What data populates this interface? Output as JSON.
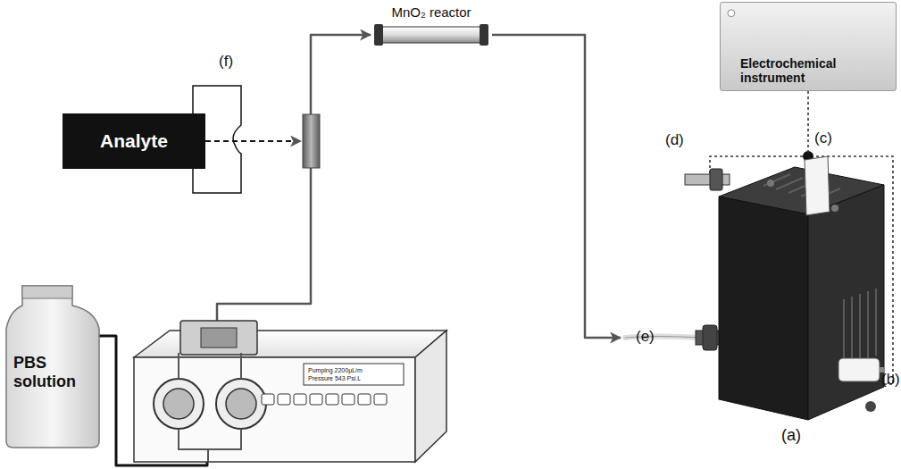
{
  "diagram": {
    "nodes": [
      {
        "text": [
          "MnO₂ reactor"
        ]
      },
      {
        "text": [
          "Electrochemical instrument"
        ]
      },
      {
        "text": [
          "Analyte"
        ]
      },
      {
        "text": [
          "PBS solution"
        ]
      },
      {
        "text": [
          "Pumping 2200μL/m",
          "Pressure 543 Psi.L"
        ]
      },
      {
        "text": [
          "(a)"
        ]
      }
    ],
    "edges": [
      {
        "from": 3,
        "to": 4,
        "arrow": "none"
      },
      {
        "from": 4,
        "to": 0,
        "arrow": "to"
      },
      {
        "from": 2,
        "to": 0,
        "arrow": "to"
      },
      {
        "from": 0,
        "to": 5,
        "arrow": "to"
      },
      {
        "from": 1,
        "to": 5,
        "arrow": "none"
      }
    ],
    "labels": [
      "(f)",
      "(d)",
      "(c)",
      "(e)",
      "(b)"
    ]
  }
}
